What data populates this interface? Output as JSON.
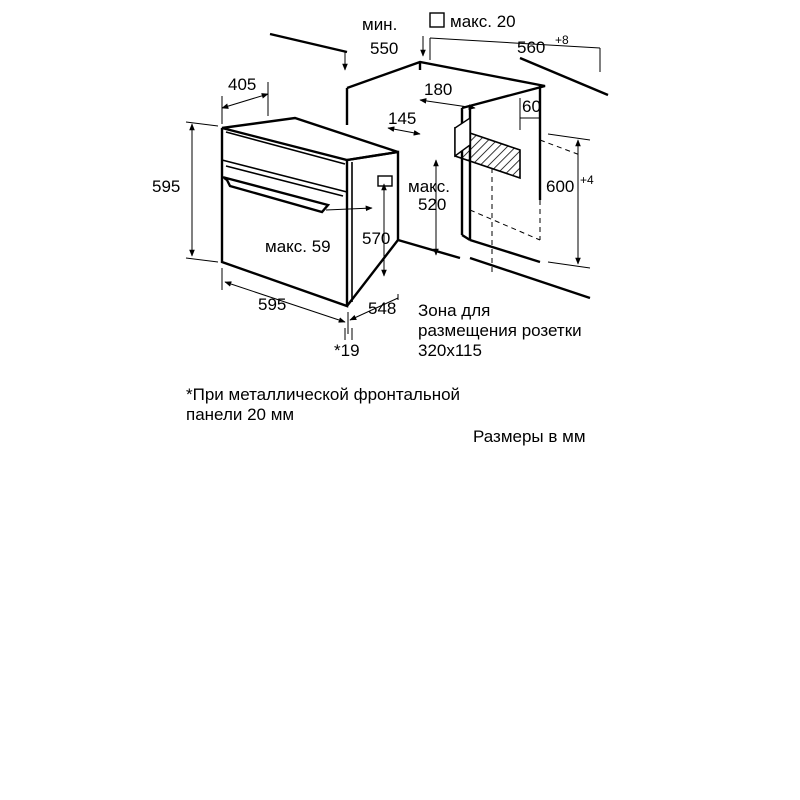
{
  "dimensions": {
    "min_label": "мин.",
    "min_550": "550",
    "max20_label": "макс. 20",
    "d560": "560",
    "d560_sup": "+8",
    "d405": "405",
    "d180": "180",
    "d60": "60",
    "d145": "145",
    "d595_height": "595",
    "max_label": "макс.",
    "d520": "520",
    "d600": "600",
    "d600_sup": "+4",
    "max59": "макс. 59",
    "d570": "570",
    "d595_width": "595",
    "d548": "548",
    "star19": "*19"
  },
  "socket_zone": {
    "line1": "Зона для",
    "line2": "размещения розетки",
    "line3": "320x115"
  },
  "notes": {
    "footnote_line1": "*При металлической фронтальной",
    "footnote_line2": "панели 20 мм",
    "units": "Размеры в мм"
  }
}
